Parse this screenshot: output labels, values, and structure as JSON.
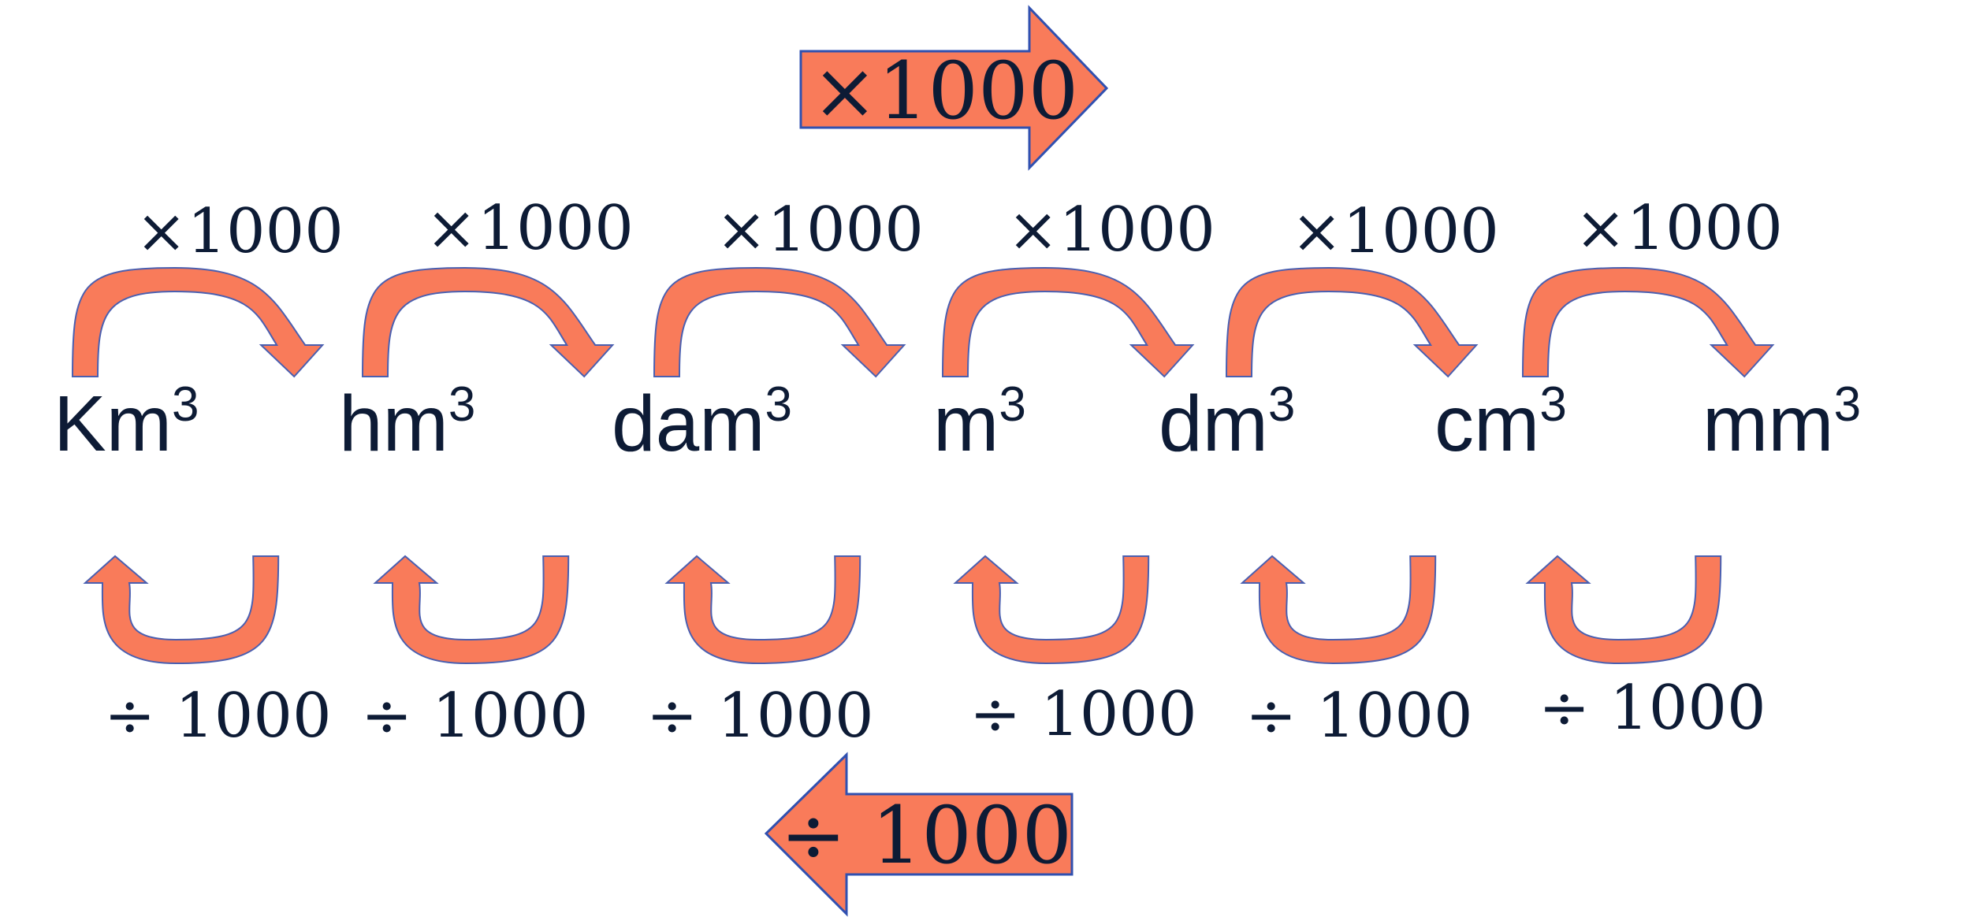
{
  "top_arrow": {
    "label": "×1000"
  },
  "bottom_arrow": {
    "label": "÷ 1000"
  },
  "colors": {
    "arrow_fill": "#F97B5A",
    "arrow_stroke": "#3050B0",
    "text": "#0D1B35"
  },
  "units": [
    {
      "base": "Km",
      "exp": "3"
    },
    {
      "base": "hm",
      "exp": "3"
    },
    {
      "base": "dam",
      "exp": "3"
    },
    {
      "base": "m",
      "exp": "3"
    },
    {
      "base": "dm",
      "exp": "3"
    },
    {
      "base": "cm",
      "exp": "3"
    },
    {
      "base": "mm",
      "exp": "3"
    }
  ],
  "multiply_labels": [
    "×1000",
    "×1000",
    "×1000",
    "×1000",
    "×1000",
    "×1000"
  ],
  "divide_labels": [
    "÷ 1000",
    "÷ 1000",
    "÷ 1000",
    "÷ 1000",
    "÷ 1000",
    "÷ 1000"
  ]
}
